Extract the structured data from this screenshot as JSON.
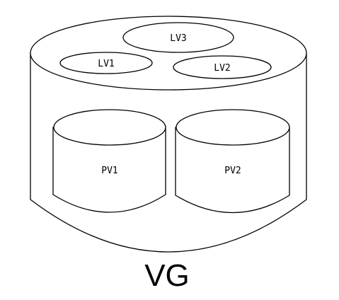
{
  "diagram": {
    "group_label": "VG",
    "logical_volumes": [
      {
        "label": "LV1"
      },
      {
        "label": "LV2"
      },
      {
        "label": "LV3"
      }
    ],
    "physical_volumes": [
      {
        "label": "PV1"
      },
      {
        "label": "PV2"
      }
    ]
  }
}
